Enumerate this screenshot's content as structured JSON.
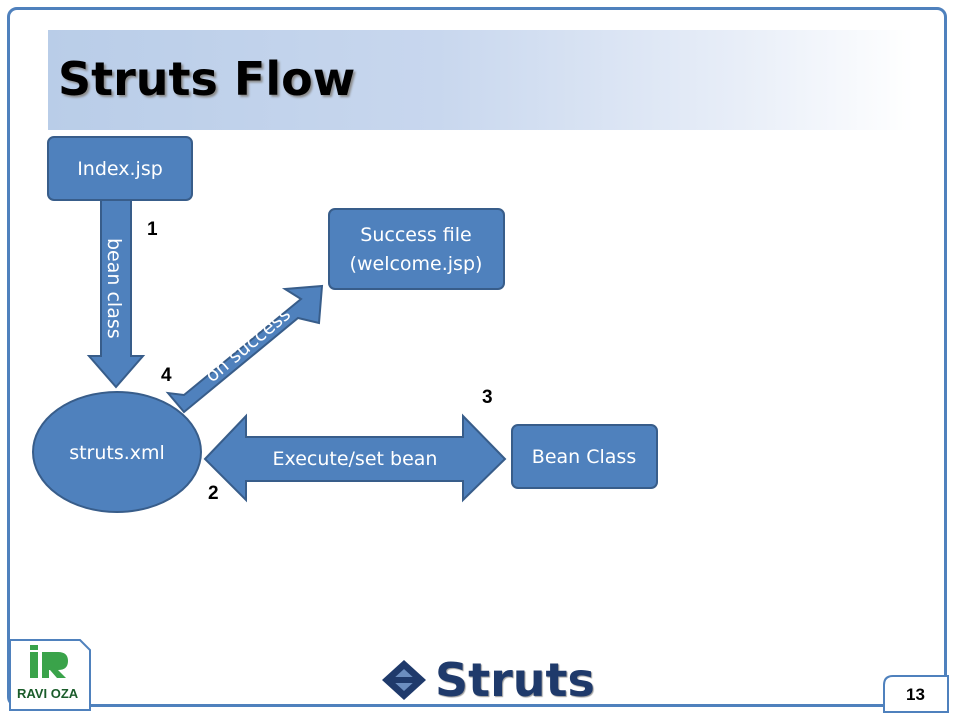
{
  "slide": {
    "title": "Struts Flow",
    "page_number": "13",
    "footer_brand": "Struts",
    "author_logo_text": "RAVI OZA"
  },
  "diagram": {
    "nodes": {
      "index": "Index.jsp",
      "success_line1": "Success file",
      "success_line2": "(welcome.jsp)",
      "struts_xml": "struts.xml",
      "bean_class": "Bean Class"
    },
    "edges": {
      "bean_class_arrow": "bean class",
      "on_success_arrow": "on success",
      "execute_arrow": "Execute/set bean"
    },
    "step_numbers": [
      "1",
      "2",
      "3",
      "4"
    ]
  },
  "colors": {
    "shape_fill": "#4f81bd",
    "shape_border": "#385d8a",
    "frame": "#4f81bd"
  }
}
